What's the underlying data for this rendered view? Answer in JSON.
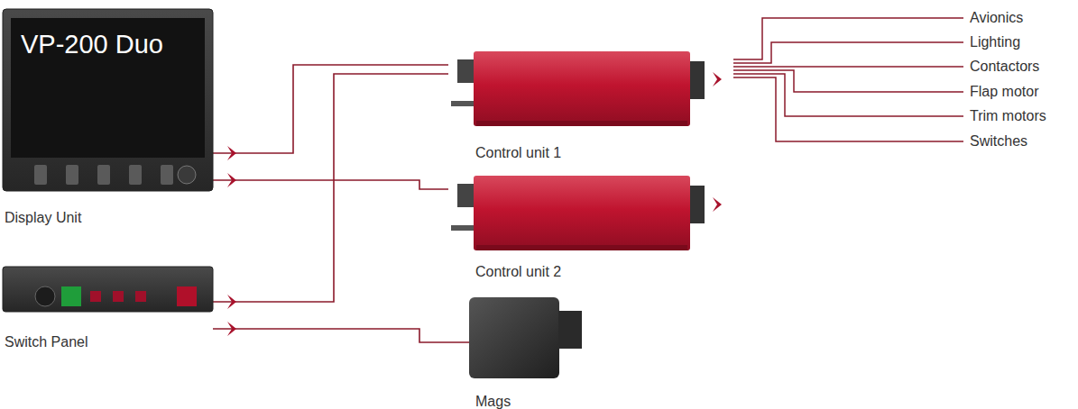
{
  "diagram": {
    "nodes": [
      {
        "text": [
          "VP-200 Duo",
          "Display Unit"
        ]
      },
      {
        "text": [
          "Switch Panel"
        ]
      },
      {
        "text": [
          "Control unit 1"
        ]
      },
      {
        "text": [
          "Control unit 2"
        ]
      },
      {
        "text": [
          "Mags"
        ]
      }
    ],
    "edges": [
      {
        "from": 0,
        "to": 2,
        "arrow": "none"
      },
      {
        "from": 0,
        "to": 3,
        "arrow": "none"
      },
      {
        "from": 1,
        "to": 2,
        "arrow": "none"
      },
      {
        "from": 1,
        "to": 4,
        "arrow": "none"
      }
    ],
    "labels": [
      "Avionics",
      "Lighting",
      "Contactors",
      "Flap motor",
      "Trim motors",
      "Switches"
    ]
  }
}
